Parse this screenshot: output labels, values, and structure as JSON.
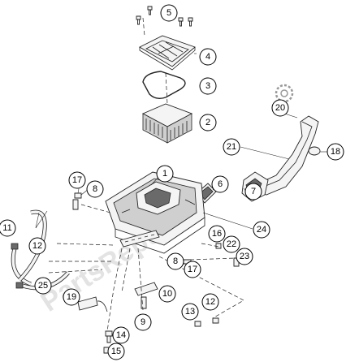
{
  "watermark": "PartsRepublik",
  "callouts": [
    {
      "id": "c5",
      "label": "5"
    },
    {
      "id": "c4",
      "label": "4"
    },
    {
      "id": "c3",
      "label": "3"
    },
    {
      "id": "c2",
      "label": "2"
    },
    {
      "id": "c20",
      "label": "20"
    },
    {
      "id": "c21",
      "label": "21"
    },
    {
      "id": "c18",
      "label": "18"
    },
    {
      "id": "c1",
      "label": "1"
    },
    {
      "id": "c17a",
      "label": "17"
    },
    {
      "id": "c8a",
      "label": "8"
    },
    {
      "id": "c6",
      "label": "6"
    },
    {
      "id": "c7",
      "label": "7"
    },
    {
      "id": "c24",
      "label": "24"
    },
    {
      "id": "c11",
      "label": "11"
    },
    {
      "id": "c12a",
      "label": "12"
    },
    {
      "id": "c16",
      "label": "16"
    },
    {
      "id": "c22",
      "label": "22"
    },
    {
      "id": "c23",
      "label": "23"
    },
    {
      "id": "c8b",
      "label": "8"
    },
    {
      "id": "c17b",
      "label": "17"
    },
    {
      "id": "c25",
      "label": "25"
    },
    {
      "id": "c10",
      "label": "10"
    },
    {
      "id": "c19",
      "label": "19"
    },
    {
      "id": "c9",
      "label": "9"
    },
    {
      "id": "c12b",
      "label": "12"
    },
    {
      "id": "c13",
      "label": "13"
    },
    {
      "id": "c14",
      "label": "14"
    },
    {
      "id": "c15",
      "label": "15"
    }
  ]
}
